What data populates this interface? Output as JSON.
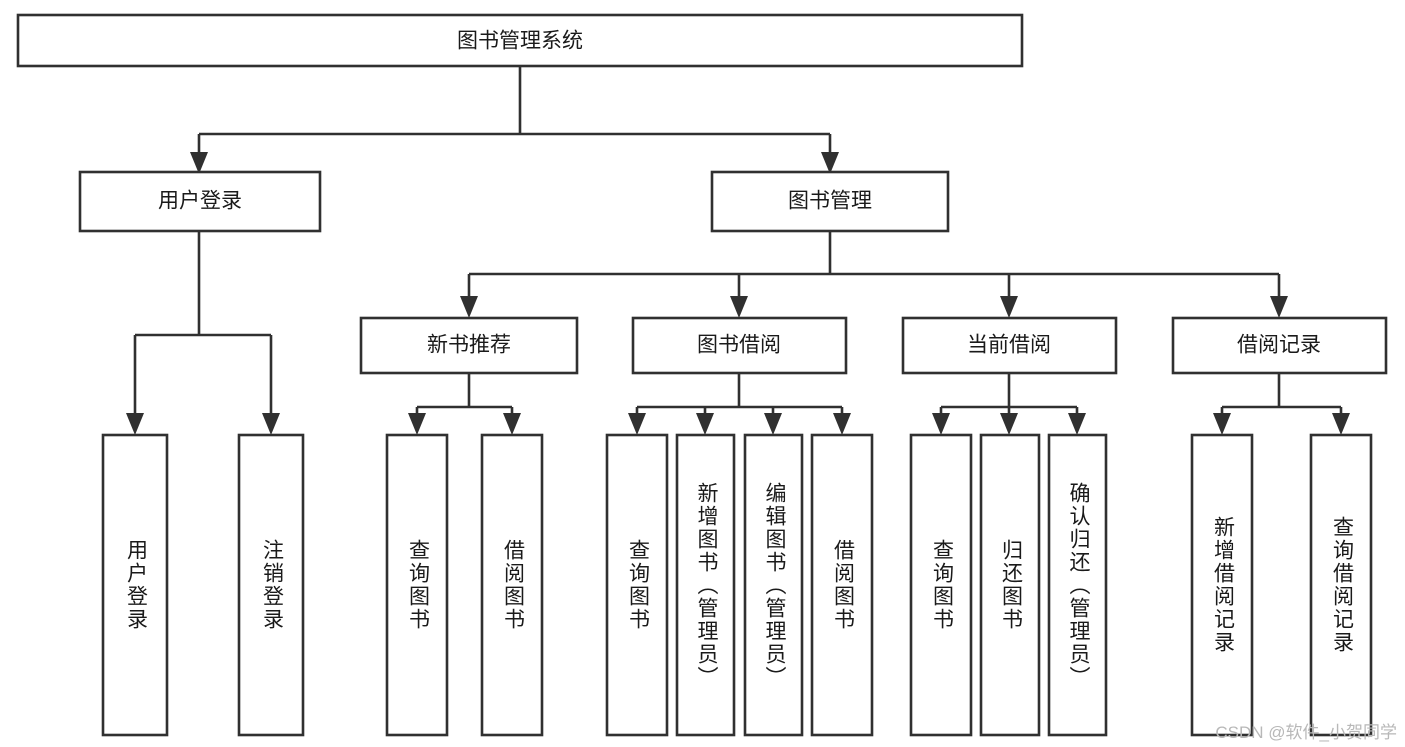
{
  "diagram": {
    "title_node": {
      "label": "图书管理系统"
    },
    "level1": [
      {
        "id": "user-login",
        "label": "用户登录"
      },
      {
        "id": "book-manage",
        "label": "图书管理"
      }
    ],
    "level2": [
      {
        "id": "new-book-recommend",
        "label": "新书推荐"
      },
      {
        "id": "book-borrow",
        "label": "图书借阅"
      },
      {
        "id": "current-borrow",
        "label": "当前借阅"
      },
      {
        "id": "borrow-record",
        "label": "借阅记录"
      }
    ],
    "leaves": [
      {
        "id": "leaf-user-login",
        "label": "用户登录"
      },
      {
        "id": "leaf-logout-login",
        "label": "注销登录"
      },
      {
        "id": "leaf-query-book-1",
        "label": "查询图书"
      },
      {
        "id": "leaf-borrow-book-1",
        "label": "借阅图书"
      },
      {
        "id": "leaf-query-book-2",
        "label": "查询图书"
      },
      {
        "id": "leaf-add-book-admin",
        "label": "新增图书（管理员）"
      },
      {
        "id": "leaf-edit-book-admin",
        "label": "编辑图书（管理员）"
      },
      {
        "id": "leaf-borrow-book-2",
        "label": "借阅图书"
      },
      {
        "id": "leaf-query-book-3",
        "label": "查询图书"
      },
      {
        "id": "leaf-return-book",
        "label": "归还图书"
      },
      {
        "id": "leaf-confirm-return-admin",
        "label": "确认归还（管理员）"
      },
      {
        "id": "leaf-add-borrow-record",
        "label": "新增借阅记录"
      },
      {
        "id": "leaf-query-borrow-record",
        "label": "查询借阅记录"
      }
    ]
  },
  "watermark": {
    "text": "CSDN @软件_小贺同学"
  },
  "colors": {
    "stroke": "#303030",
    "box_fill": "#ffffff",
    "text": "#1a1a1a",
    "watermark": "#b8b8b8",
    "background": "#ffffff"
  }
}
